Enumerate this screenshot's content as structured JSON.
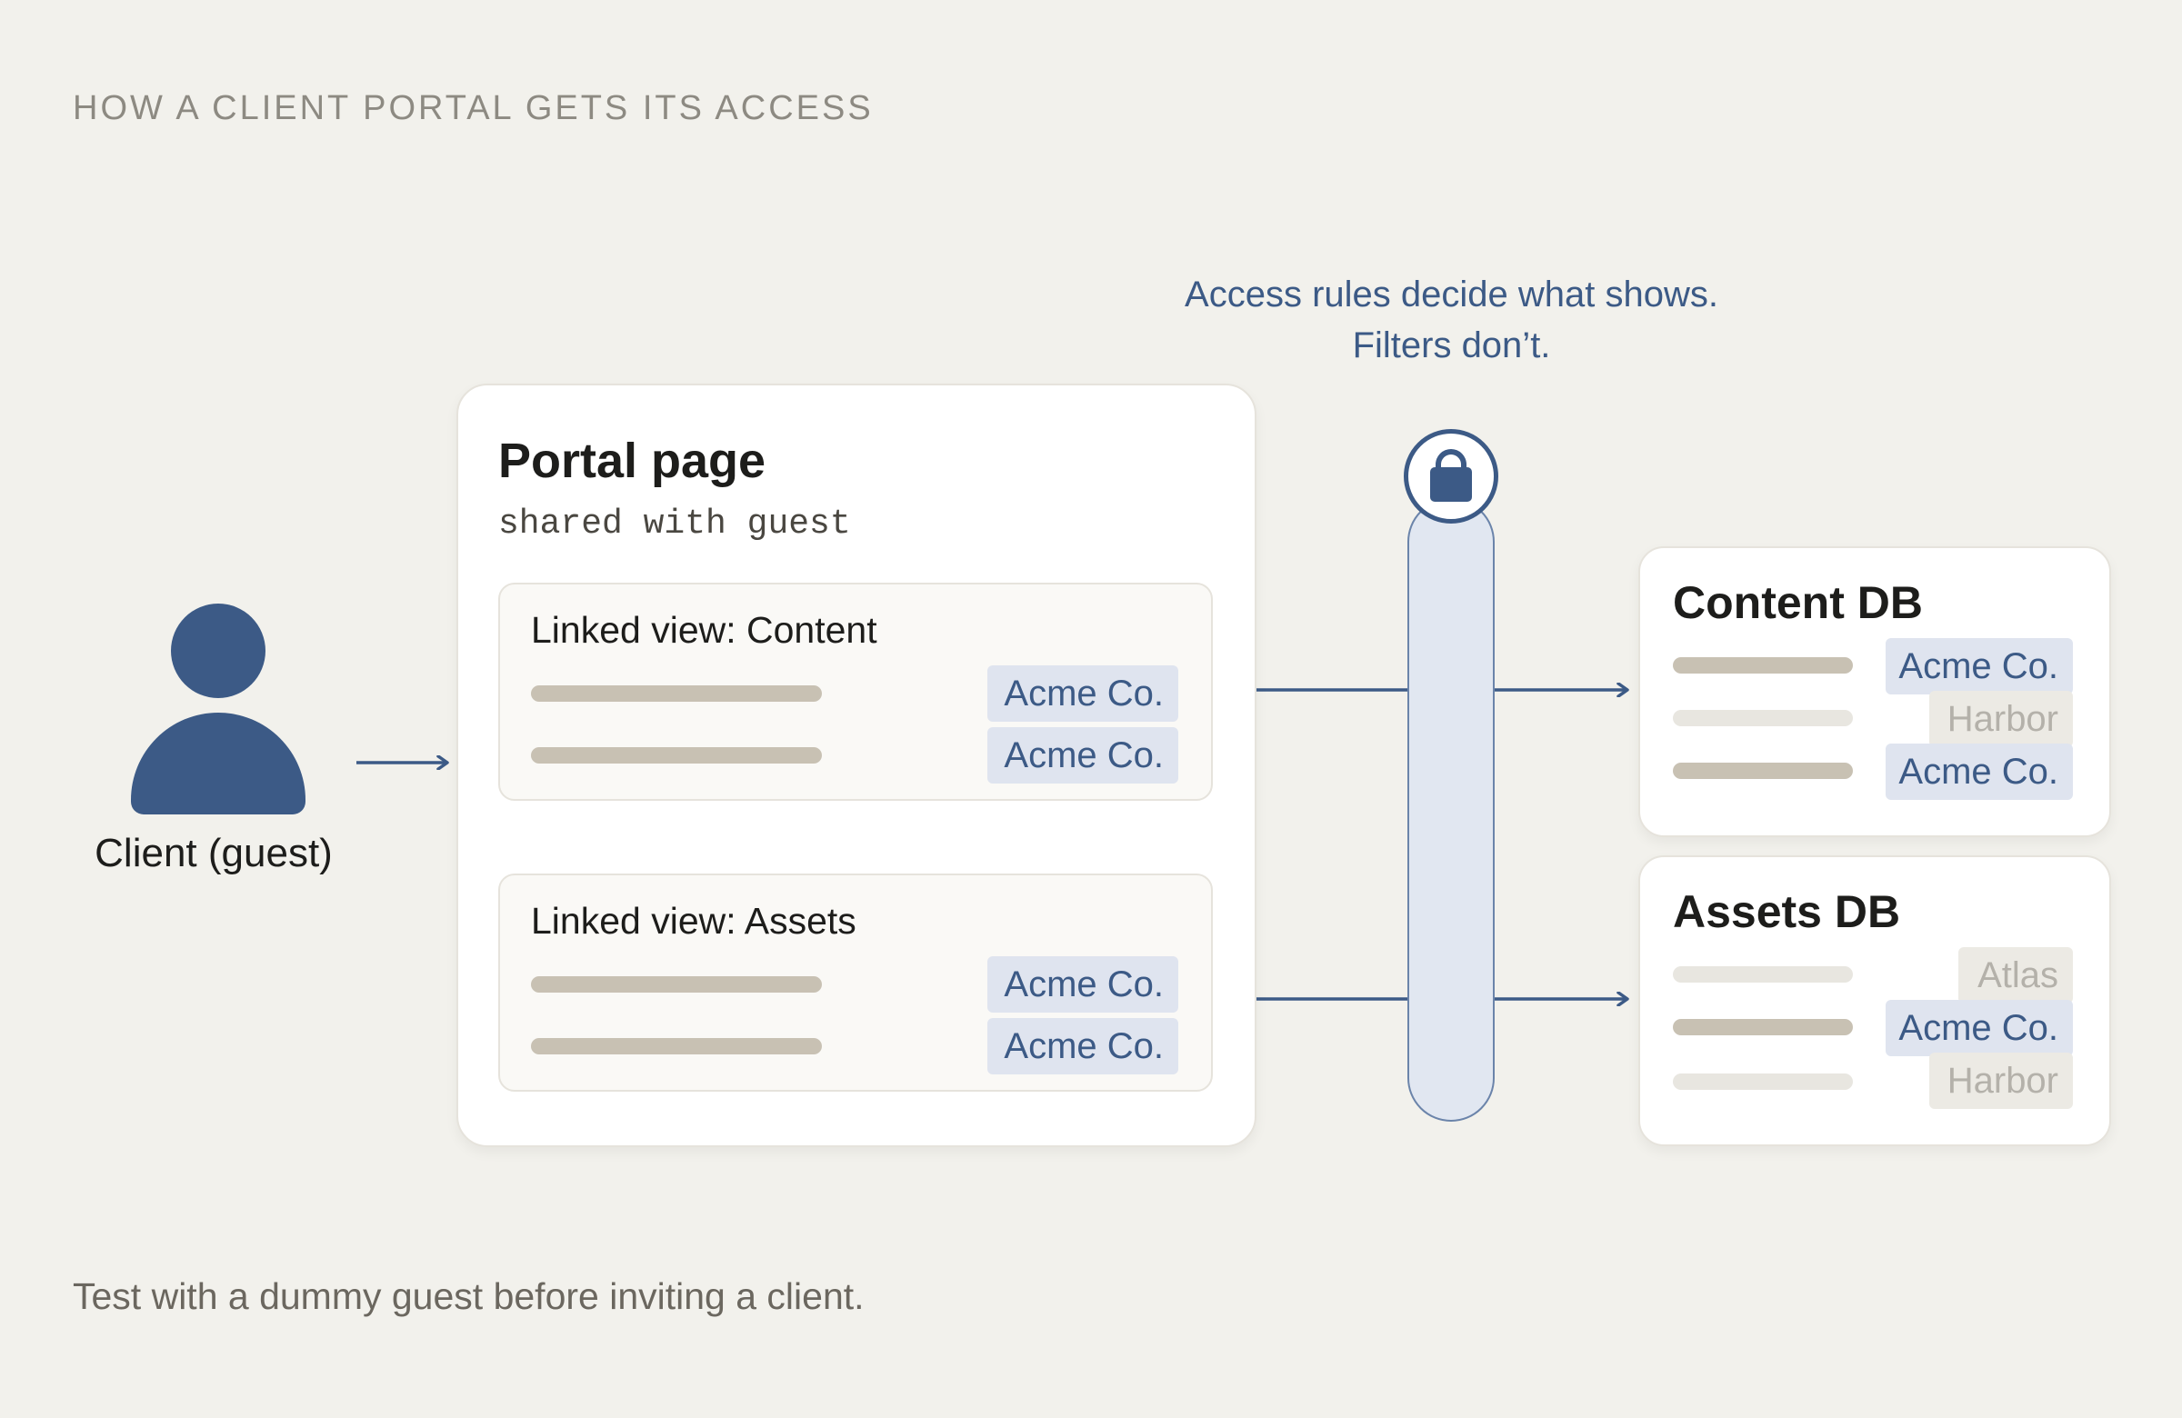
{
  "title": "HOW A CLIENT PORTAL GETS ITS ACCESS",
  "callout": "Access rules decide what shows. Filters don’t.",
  "footnote": "Test with a dummy guest before inviting a client.",
  "client": {
    "label": "Client (guest)",
    "icon": "person-icon"
  },
  "portal": {
    "title": "Portal page",
    "subtitle": "shared with guest",
    "views": [
      {
        "title": "Linked view: Content",
        "rows": [
          "Acme Co.",
          "Acme Co."
        ]
      },
      {
        "title": "Linked view: Assets",
        "rows": [
          "Acme Co.",
          "Acme Co."
        ]
      }
    ]
  },
  "gate": {
    "icon": "lock-icon"
  },
  "databases": [
    {
      "title": "Content DB",
      "rows": [
        {
          "tag": "Acme Co.",
          "visible": true
        },
        {
          "tag": "Harbor",
          "visible": false
        },
        {
          "tag": "Acme Co.",
          "visible": true
        }
      ]
    },
    {
      "title": "Assets DB",
      "rows": [
        {
          "tag": "Atlas",
          "visible": false
        },
        {
          "tag": "Acme Co.",
          "visible": true
        },
        {
          "tag": "Harbor",
          "visible": false
        }
      ]
    }
  ],
  "colors": {
    "accent": "#3c5a86",
    "gate_fill": "#e1e7f1",
    "tag_visible_bg": "#dfe4ef",
    "tag_hidden_bg": "#eceae4",
    "row_bar_visible": "#c8c1b3",
    "row_bar_hidden": "#e8e6e0",
    "background": "#f2f1ec"
  }
}
